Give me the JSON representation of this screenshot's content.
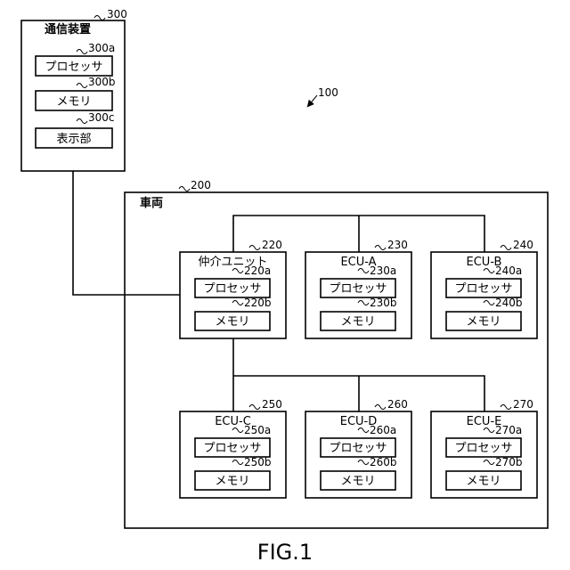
{
  "system": {
    "ref": "100"
  },
  "comm_device": {
    "title": "通信装置",
    "ref": "300",
    "processor": {
      "label": "プロセッサ",
      "ref": "300a"
    },
    "memory": {
      "label": "メモリ",
      "ref": "300b"
    },
    "display": {
      "label": "表示部",
      "ref": "300c"
    }
  },
  "vehicle": {
    "title": "車両",
    "ref": "200"
  },
  "units": [
    {
      "title": "仲介ユニット",
      "ref": "220",
      "proc_ref": "220a",
      "mem_ref": "220b"
    },
    {
      "title": "ECU-A",
      "ref": "230",
      "proc_ref": "230a",
      "mem_ref": "230b"
    },
    {
      "title": "ECU-B",
      "ref": "240",
      "proc_ref": "240a",
      "mem_ref": "240b"
    },
    {
      "title": "ECU-C",
      "ref": "250",
      "proc_ref": "250a",
      "mem_ref": "250b"
    },
    {
      "title": "ECU-D",
      "ref": "260",
      "proc_ref": "260a",
      "mem_ref": "260b"
    },
    {
      "title": "ECU-E",
      "ref": "270",
      "proc_ref": "270a",
      "mem_ref": "270b"
    }
  ],
  "labels": {
    "processor": "プロセッサ",
    "memory": "メモリ"
  },
  "figure_caption": "FIG.1"
}
